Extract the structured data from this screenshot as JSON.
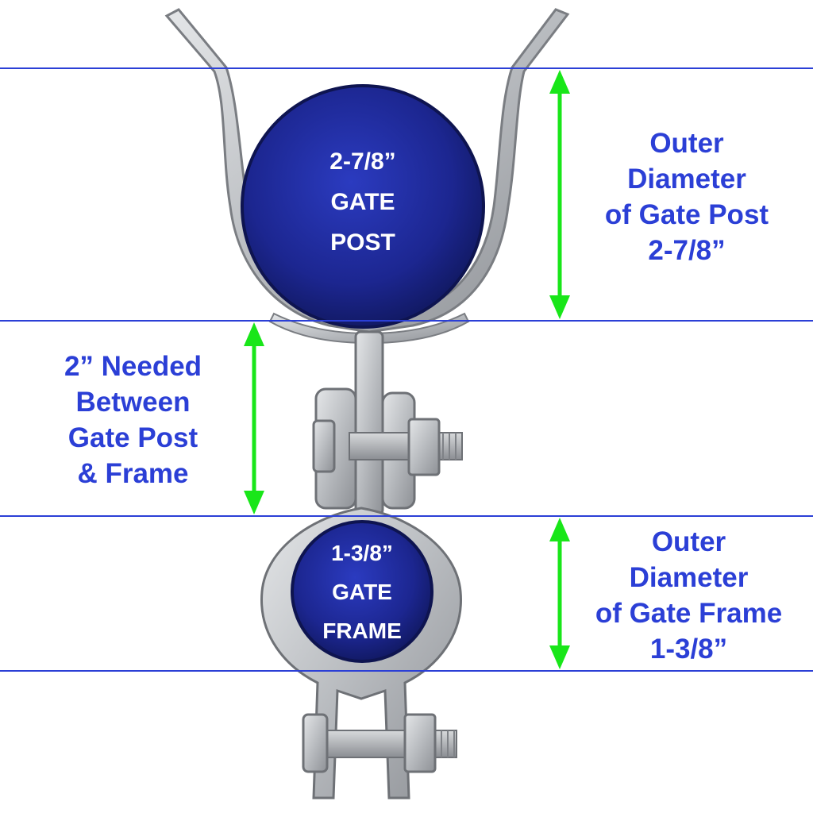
{
  "post_label": [
    "2-7/8”",
    "GATE",
    "POST"
  ],
  "frame_label": [
    "1-3/8”",
    "GATE",
    "FRAME"
  ],
  "post_callout": [
    "Outer",
    "Diameter",
    "of Gate Post",
    "2-7/8”"
  ],
  "gap_callout": [
    "2” Needed",
    "Between",
    "Gate Post",
    "& Frame"
  ],
  "frame_callout": [
    "Outer",
    "Diameter",
    "of Gate Frame",
    "1-3/8”"
  ],
  "colors": {
    "guide_line": "#2b3fd6",
    "arrow": "#19e619",
    "label_text": "#2b3fd6",
    "pipe_fill": "#1e2a9c",
    "metal": "#c9ccd0"
  }
}
